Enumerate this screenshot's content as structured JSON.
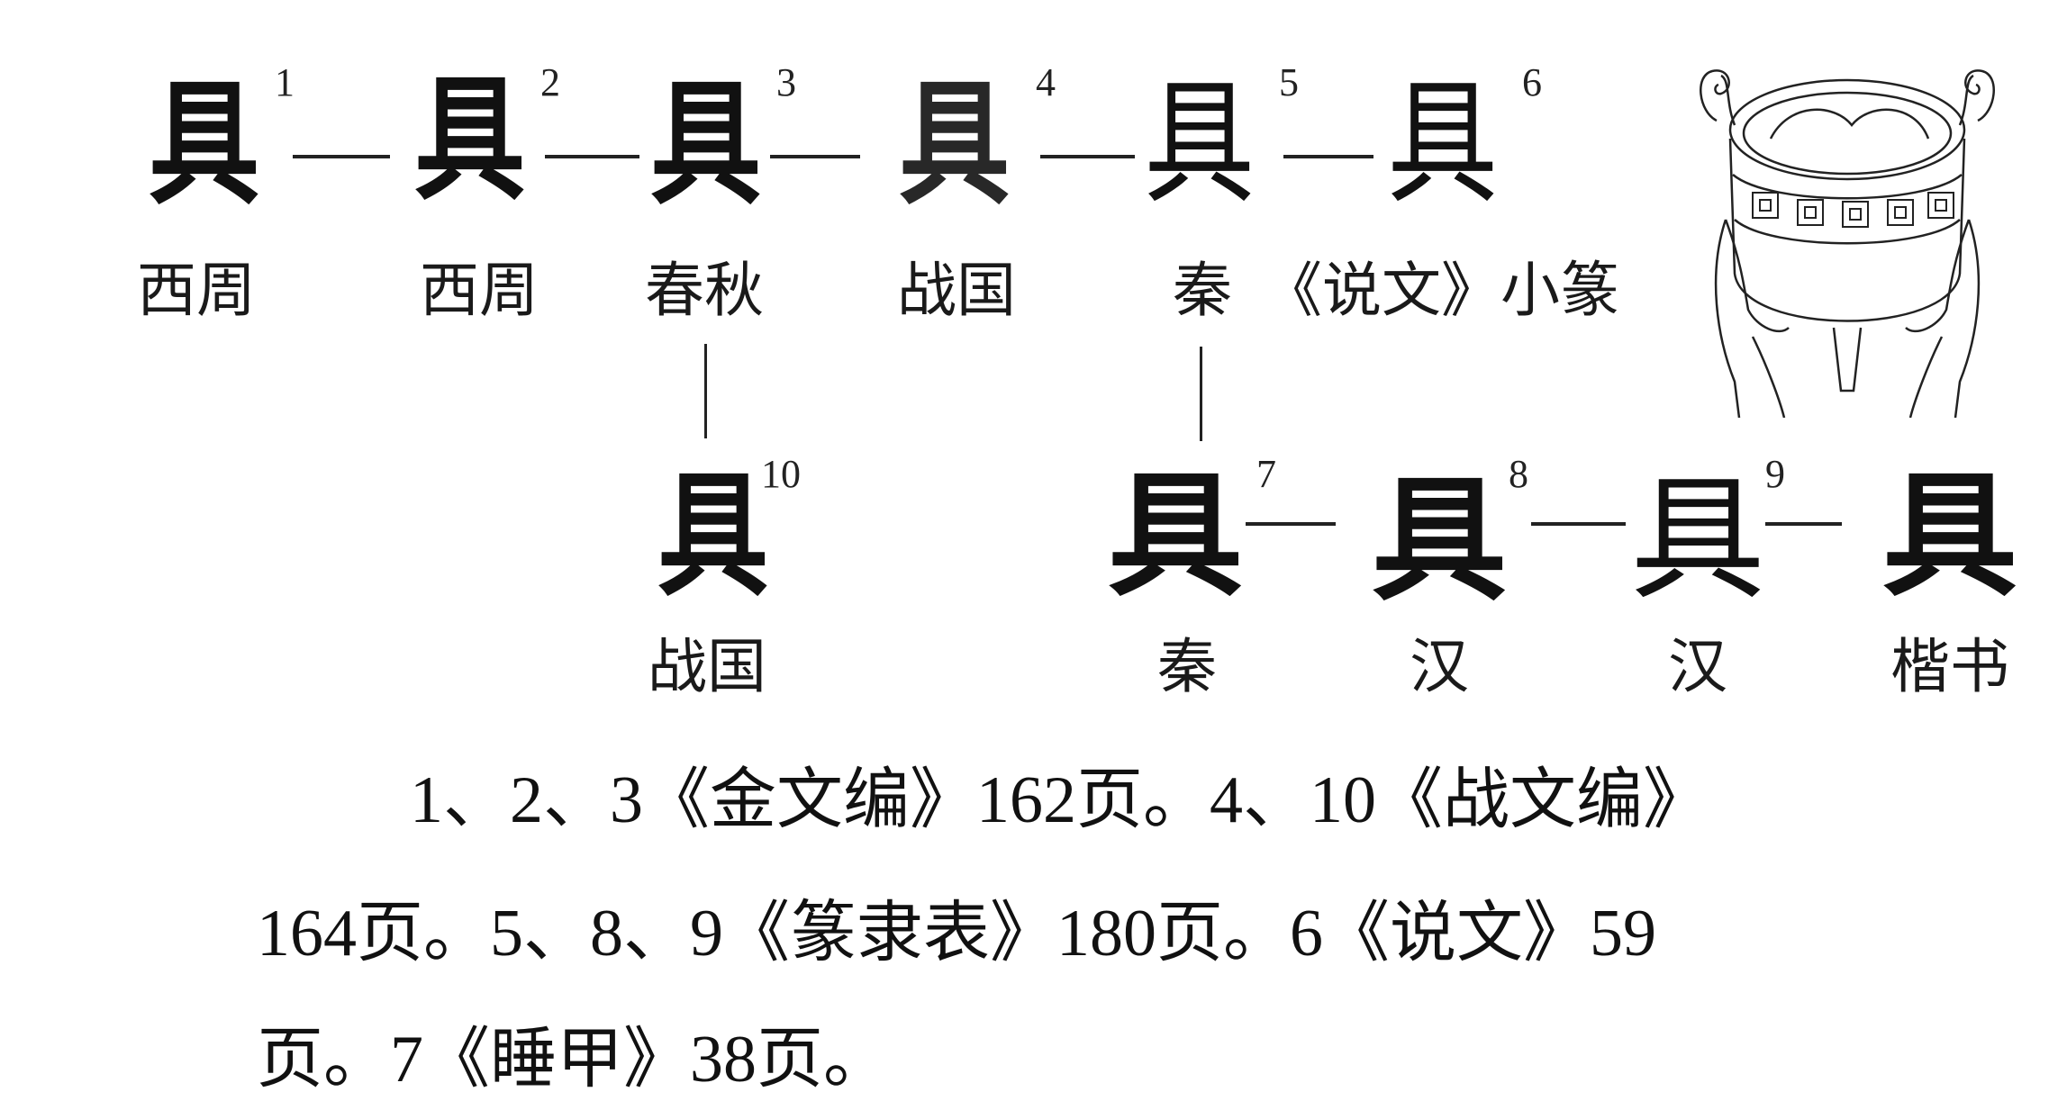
{
  "figure": {
    "top_row": [
      {
        "index": "1",
        "glyph": "具",
        "period": "西周"
      },
      {
        "index": "2",
        "glyph": "具",
        "period": "西周"
      },
      {
        "index": "3",
        "glyph": "具",
        "period": "春秋"
      },
      {
        "index": "4",
        "glyph": "具",
        "period": "战国"
      },
      {
        "index": "5",
        "glyph": "具",
        "period": "秦"
      },
      {
        "index": "6",
        "glyph": "具",
        "period": "《说文》小篆"
      }
    ],
    "bottom_row": [
      {
        "index": "10",
        "glyph": "具",
        "period": "战国"
      },
      {
        "index": "7",
        "glyph": "具",
        "period": "秦"
      },
      {
        "index": "8",
        "glyph": "具",
        "period": "汉"
      },
      {
        "index": "9",
        "glyph": "具",
        "period": "汉"
      },
      {
        "index": "",
        "glyph": "具",
        "period": "楷书"
      }
    ],
    "illustration": "hands-holding-ding-vessel"
  },
  "caption": {
    "line1": "1、2、3《金文编》162页。4、10《战文编》",
    "line2": "164页。5、8、9《篆隶表》180页。6《说文》59",
    "line3": "页。7《睡甲》38页。"
  }
}
